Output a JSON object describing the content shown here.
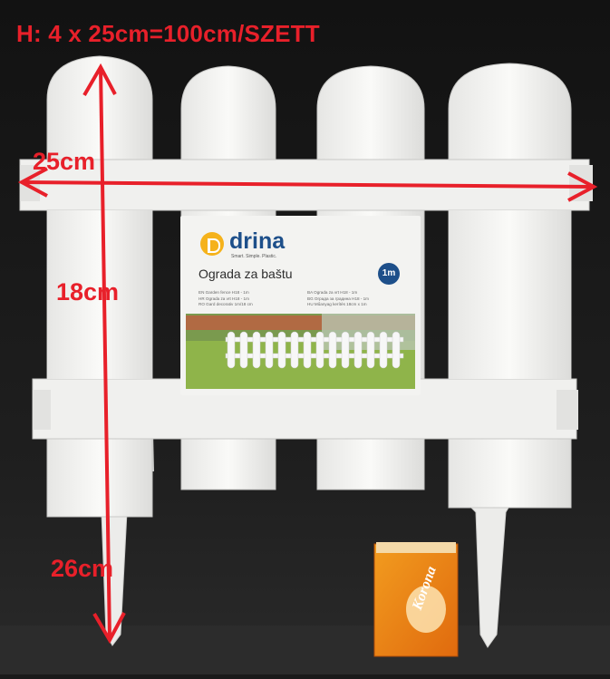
{
  "annotations": {
    "title": "H: 4 x 25cm=100cm/SZETT",
    "width_label": "25cm",
    "height_label": "18cm",
    "total_height_label": "26cm"
  },
  "label": {
    "brand": "drina",
    "tagline": "Smart. Simple. Plastic.",
    "product_title": "Ograda za baštu",
    "length_badge": "1m",
    "languages_left": [
      "EN Garden fence H18 - 1m",
      "HR Ograda za vrt H18 - 1m",
      "RO Gard decorativ 1m/18 cm"
    ],
    "languages_right": [
      "BA Ograda za vrt H18 - 1m",
      "BG Ограда за градина H18 - 1m",
      "HU Műanyag kerítés 18cm x 1m"
    ]
  },
  "matchbox": {
    "brand": "Korona"
  },
  "colors": {
    "annotation": "#e8202a",
    "fence": "#f4f4f2",
    "background": "#1a1a1a",
    "brand_blue": "#1d4f8a",
    "logo_yellow": "#f5b21b"
  }
}
